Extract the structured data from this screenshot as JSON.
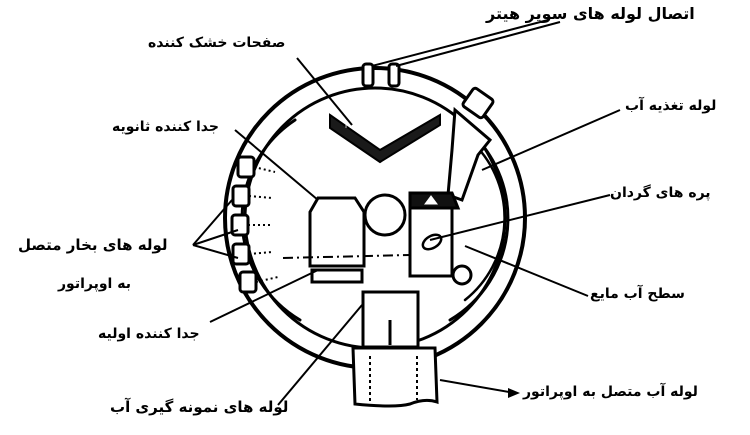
{
  "diagram": {
    "type": "steam drum cross-section",
    "labels": {
      "superheater_connection": "اتصال لوله های سوپر هیتر",
      "dryer_plates": "صفحات خشک کننده",
      "feedwater_pipe": "لوله تغذیه آب",
      "secondary_separator": "جدا کننده ثانویه",
      "rotating_vanes": "پره های گردان",
      "steam_pipes_line1": "لوله های بخار متصل",
      "steam_pipes_line2": "به اوپراتور",
      "liquid_water_level": "سطح آب مایع",
      "primary_separator": "جدا کننده اولیه",
      "water_sampling_pipes": "لوله های نمونه گیری آب",
      "water_pipe_to_evaporator": "لوله آب متصل به اوپراتور"
    },
    "colors": {
      "ink": "#000000",
      "background": "#ffffff"
    }
  }
}
